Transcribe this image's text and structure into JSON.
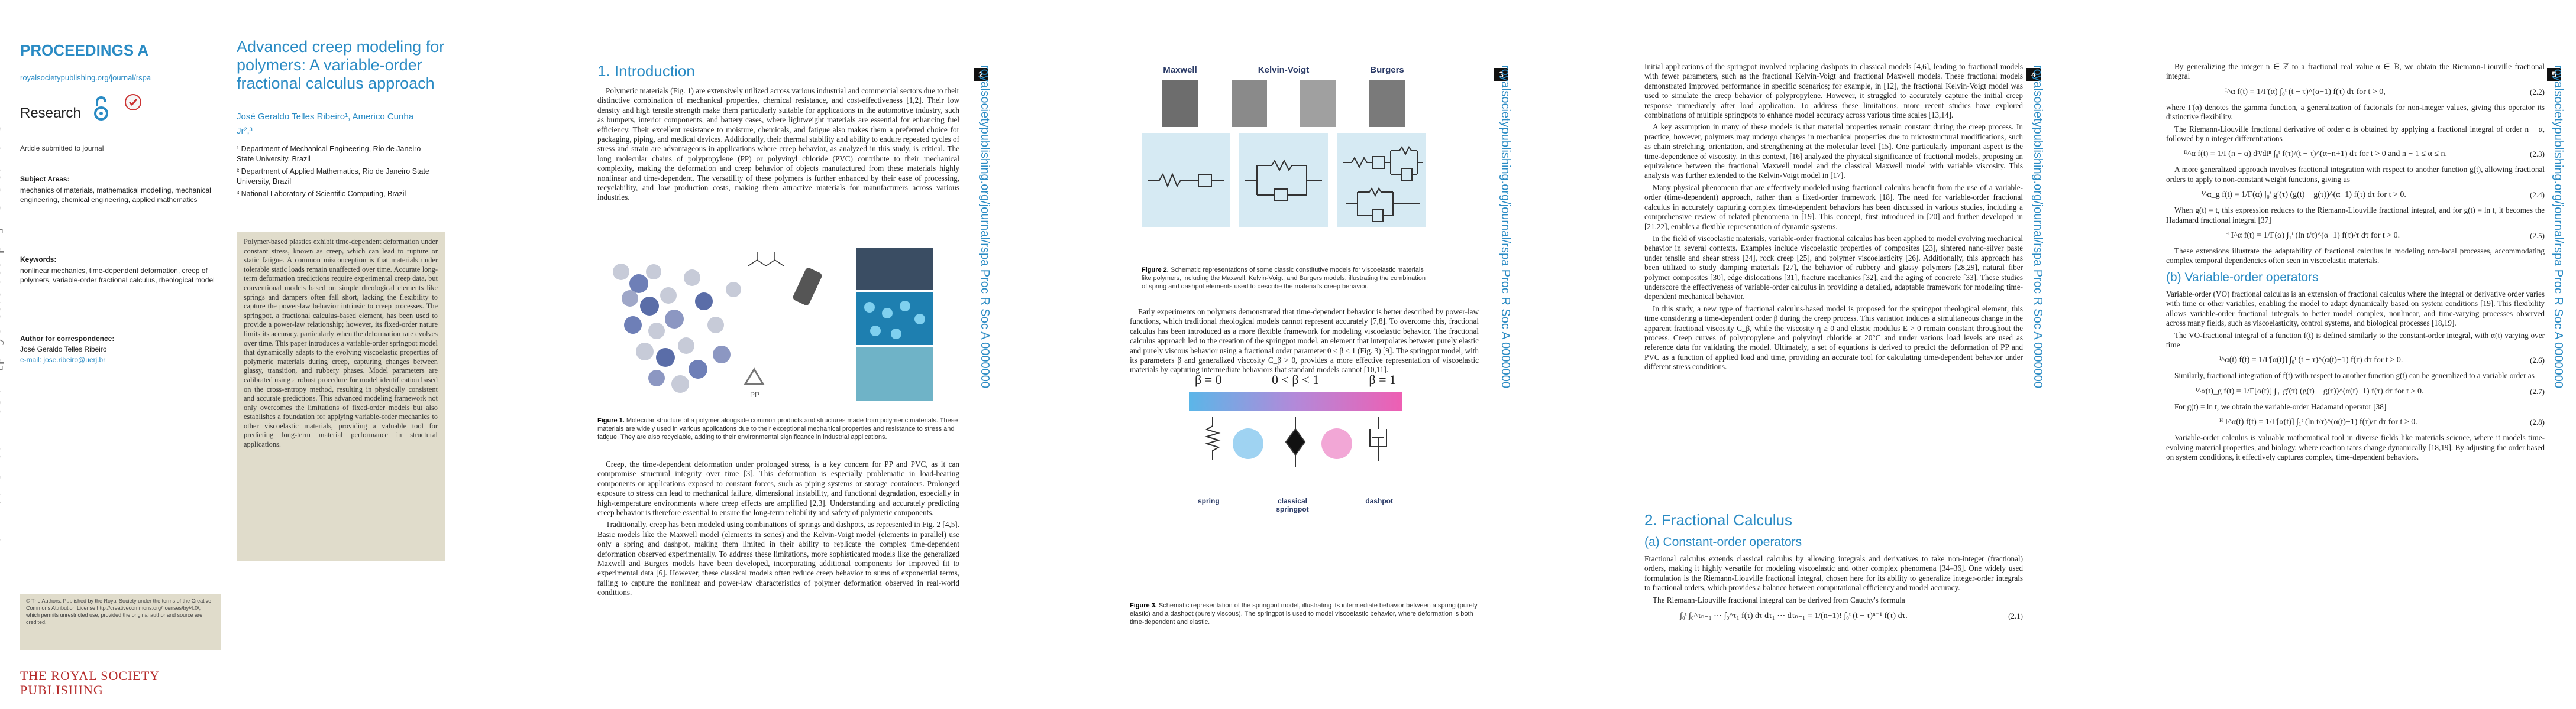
{
  "arxiv_id": "arXiv:2510.11765v1  [physics.class-ph]  13 Oct 2025",
  "journal": {
    "name": "PROCEEDINGS A",
    "url": "royalsocietypublishing.org/journal/rspa",
    "research_label": "Research",
    "submitted": "Article submitted to journal",
    "publisher": "THE ROYAL SOCIETY PUBLISHING",
    "side_strip": "royalsocietypublishing.org/journal/rspa  Proc R Soc A 0000000"
  },
  "article": {
    "title": "Advanced creep modeling for polymers: A variable-order fractional calculus approach",
    "authors": "José Geraldo Telles Ribeiro¹, Americo Cunha Jr²,³",
    "affiliations": [
      "¹ Department of Mechanical Engineering, Rio de Janeiro State University, Brazil",
      "² Department of Applied Mathematics, Rio de Janeiro State University, Brazil",
      "³ National Laboratory of Scientific Computing, Brazil"
    ],
    "subject_areas_label": "Subject Areas:",
    "subject_areas": "mechanics of materials, mathematical modelling, mechanical engineering, chemical engineering, applied mathematics",
    "keywords_label": "Keywords:",
    "keywords": "nonlinear mechanics, time-dependent deformation, creep of polymers, variable-order fractional calculus, rheological model",
    "correspondence_label": "Author for correspondence:",
    "correspondence_name": "José Geraldo Telles Ribeiro",
    "correspondence_email": "e-mail: jose.ribeiro@uerj.br",
    "abstract": "Polymer-based plastics exhibit time-dependent deformation under constant stress, known as creep, which can lead to rupture or static fatigue. A common misconception is that materials under tolerable static loads remain unaffected over time. Accurate long-term deformation predictions require experimental creep data, but conventional models based on simple rheological elements like springs and dampers often fall short, lacking the flexibility to capture the power-law behavior intrinsic to creep processes. The springpot, a fractional calculus-based element, has been used to provide a power-law relationship; however, its fixed-order nature limits its accuracy, particularly when the deformation rate evolves over time. This paper introduces a variable-order springpot model that dynamically adapts to the evolving viscoelastic properties of polymeric materials during creep, capturing changes between glassy, transition, and rubbery phases. Model parameters are calibrated using a robust procedure for model identification based on the cross-entropy method, resulting in physically consistent and accurate predictions. This advanced modeling framework not only overcomes the limitations of fixed-order models but also establishes a foundation for applying variable-order mechanics to other viscoelastic materials, providing a valuable tool for predicting long-term material performance in structural applications.",
    "license": "© The Authors. Published by the Royal Society under the terms of the Creative Commons Attribution License http://creativecommons.org/licenses/by/4.0/, which permits unrestricted use, provided the original author and source are credited."
  },
  "pages": {
    "p2": {
      "num": "2"
    },
    "p3": {
      "num": "3"
    },
    "p4": {
      "num": "4"
    },
    "p5": {
      "num": "5"
    }
  },
  "section1": {
    "heading": "1. Introduction",
    "para1": "Polymeric materials (Fig. 1) are extensively utilized across various industrial and commercial sectors due to their distinctive combination of mechanical properties, chemical resistance, and cost-effectiveness [1,2]. Their low density and high tensile strength make them particularly suitable for applications in the automotive industry, such as bumpers, interior components, and battery cases, where lightweight materials are essential for enhancing fuel efficiency. Their excellent resistance to moisture, chemicals, and fatigue also makes them a preferred choice for packaging, piping, and medical devices. Additionally, their thermal stability and ability to endure repeated cycles of stress and strain are advantageous in applications where creep behavior, as analyzed in this study, is critical. The long molecular chains of polypropylene (PP) or polyvinyl chloride (PVC) contribute to their mechanical complexity, making the deformation and creep behavior of objects manufactured from these materials highly nonlinear and time-dependent. The versatility of these polymers is further enhanced by their ease of processing, recyclability, and low production costs, making them attractive materials for manufacturers across various industries.",
    "fig1_caption_label": "Figure 1.",
    "fig1_caption": "Molecular structure of a polymer alongside common products and structures made from polymeric materials. These materials are widely used in various applications due to their exceptional mechanical properties and resistance to stress and fatigue. They are also recyclable, adding to their environmental significance in industrial applications.",
    "fig1_recycle": "PP",
    "para2": "Creep, the time-dependent deformation under prolonged stress, is a key concern for PP and PVC, as it can compromise structural integrity over time [3]. This deformation is especially problematic in load-bearing components or applications exposed to constant forces, such as piping systems or storage containers. Prolonged exposure to stress can lead to mechanical failure, dimensional instability, and functional degradation, especially in high-temperature environments where creep effects are amplified [2,3]. Understanding and accurately predicting creep behavior is therefore essential to ensure the long-term reliability and safety of polymeric components.",
    "para3": "Traditionally, creep has been modeled using combinations of springs and dashpots, as represented in Fig. 2 [4,5]. Basic models like the Maxwell model (elements in series) and the Kelvin-Voigt model (elements in parallel) use only a spring and dashpot, making them limited in their ability to replicate the complex time-dependent deformation observed experimentally. To address these limitations, more sophisticated models like the generalized Maxwell and Burgers models have been developed, incorporating additional components for improved fit to experimental data [6]. However, these classical models often reduce creep behavior to sums of exponential terms, failing to capture the nonlinear and power-law characteristics of polymer deformation observed in real-world conditions."
  },
  "fig2": {
    "labels": [
      "Maxwell",
      "Kelvin-Voigt",
      "Burgers"
    ],
    "caption_label": "Figure 2.",
    "caption": "Schematic representations of some classic constitutive models for viscoelastic materials like polymers, including the Maxwell, Kelvin-Voigt, and Burgers models, illustrating the combination of spring and dashpot elements used to describe the material's creep behavior."
  },
  "page3_text": {
    "para1": "Early experiments on polymers demonstrated that time-dependent behavior is better described by power-law functions, which traditional rheological models cannot represent accurately [7,8]. To overcome this, fractional calculus has been introduced as a more flexible framework for modeling viscoelastic behavior. The fractional calculus approach led to the creation of the springpot model, an element that interpolates between purely elastic and purely viscous behavior using a fractional order parameter 0 ≤ β ≤ 1 (Fig. 3) [9]. The springpot model, with its parameters β and generalized viscosity C_β > 0, provides a more effective representation of viscoelastic materials by capturing intermediate behaviors that standard models cannot [10,11]."
  },
  "fig3": {
    "beta_labels": [
      "β = 0",
      "0 < β < 1",
      "β = 1"
    ],
    "element_labels": [
      "spring",
      "classical springpot",
      "dashpot"
    ],
    "caption_label": "Figure 3.",
    "caption": "Schematic representation of the springpot model, illustrating its intermediate behavior between a spring (purely elastic) and a dashpot (purely viscous). The springpot is used to model viscoelastic behavior, where deformation is both time-dependent and elastic."
  },
  "page4": {
    "para1": "Initial applications of the springpot involved replacing dashpots in classical models [4,6], leading to fractional models with fewer parameters, such as the fractional Kelvin-Voigt and fractional Maxwell models. These fractional models demonstrated improved performance in specific scenarios; for example, in [12], the fractional Kelvin-Voigt model was used to simulate the creep behavior of polypropylene. However, it struggled to accurately capture the initial creep response immediately after load application. To address these limitations, more recent studies have explored combinations of multiple springpots to enhance model accuracy across various time scales [13,14].",
    "para2": "A key assumption in many of these models is that material properties remain constant during the creep process. In practice, however, polymers may undergo changes in mechanical properties due to microstructural modifications, such as chain stretching, orientation, and strengthening at the molecular level [15]. One particularly important aspect is the time-dependence of viscosity. In this context, [16] analyzed the physical significance of fractional models, proposing an equivalence between the fractional Maxwell model and the classical Maxwell model with variable viscosity. This analysis was further extended to the Kelvin-Voigt model in [17].",
    "para3": "Many physical phenomena that are effectively modeled using fractional calculus benefit from the use of a variable-order (time-dependent) approach, rather than a fixed-order framework [18]. The need for variable-order fractional calculus in accurately capturing complex time-dependent behaviors has been discussed in various studies, including a comprehensive review of related phenomena in [19]. This concept, first introduced in [20] and further developed in [21,22], enables a flexible representation of dynamic systems.",
    "para4": "In the field of viscoelastic materials, variable-order fractional calculus has been applied to model evolving mechanical behavior in several contexts. Examples include viscoelastic properties of composites [23], sintered nano-silver paste under tensile and shear stress [24], rock creep [25], and polymer viscoelasticity [26]. Additionally, this approach has been utilized to study damping materials [27], the behavior of rubbery and glassy polymers [28,29], natural fiber polymer composites [30], edge dislocations [31], fracture mechanics [32], and the aging of concrete [33]. These studies underscore the effectiveness of variable-order calculus in providing a detailed, adaptable framework for modeling time-dependent mechanical behavior.",
    "para5": "In this study, a new type of fractional calculus-based model is proposed for the springpot rheological element, this time considering a time-dependent order β during the creep process. This variation induces a simultaneous change in the apparent fractional viscosity C_β, while the viscosity η ≥ 0 and elastic modulus E > 0 remain constant throughout the process. Creep curves of polypropylene and polyvinyl chloride at 20°C and under various load levels are used as reference data for validating the model. Ultimately, a set of equations is derived to predict the deformation of PP and PVC as a function of applied load and time, providing an accurate tool for calculating time-dependent behavior under different stress conditions.",
    "sec2_heading": "2. Fractional Calculus",
    "sec2a_heading": "(a) Constant-order operators",
    "sec2_para1": "Fractional calculus extends classical calculus by allowing integrals and derivatives to take non-integer (fractional) orders, making it highly versatile for modeling viscoelastic and other complex phenomena [34–36]. One widely used formulation is the Riemann-Liouville fractional integral, chosen here for its ability to generalize integer-order integrals to fractional orders, which provides a balance between computational efficiency and model accuracy.",
    "sec2_para2": "The Riemann-Liouville fractional integral can be derived from Cauchy's formula",
    "eq21": "∫₀ᵗ ∫₀^τₙ₋₁ ⋯ ∫₀^τ₁ f(τ) dτ dτ₁ ⋯ dτₙ₋₁ = 1/(n−1)! ∫₀ᵗ (t − τ)ⁿ⁻¹ f(τ) dτ.",
    "eq21_num": "(2.1)"
  },
  "page5": {
    "para1": "By generalizing the integer n ∈ ℤ to a fractional real value α ∈ ℝ, we obtain the Riemann-Liouville fractional integral",
    "eq22": "ᴵ^α f(t) = 1/Γ(α) ∫₀ᵗ (t − τ)^(α−1) f(τ) dτ    for  t > 0,",
    "eq22_num": "(2.2)",
    "para2": "where Γ(α) denotes the gamma function, a generalization of factorials for non-integer values, giving this operator its distinctive flexibility.",
    "para3": "The Riemann-Liouville fractional derivative of order α is obtained by applying a fractional integral of order n − α, followed by n integer differentiations",
    "eq23": "ᴰ^α f(t) = 1/Γ(n − α) dⁿ/dtⁿ ∫₀ᵗ f(τ)/(t − τ)^(α−n+1) dτ    for  t > 0  and  n − 1 ≤ α ≤ n.",
    "eq23_num": "(2.3)",
    "para4": "A more generalized approach involves fractional integration with respect to another function g(t), allowing fractional orders to apply to non-constant weight functions, giving us",
    "eq24": "ᴵ^α_g f(t) = 1/Γ(α) ∫₀ᵗ g′(τ) (g(t) − g(τ))^(α−1) f(τ) dτ    for  t > 0.",
    "eq24_num": "(2.4)",
    "para5": "When g(t) = t, this expression reduces to the Riemann-Liouville fractional integral, and for g(t) = ln t, it becomes the Hadamard fractional integral [37]",
    "eq25": "ᴴ I^α f(t) = 1/Γ(α) ∫₁ᵗ (ln t/τ)^(α−1) f(τ)/τ dτ    for  t > 0.",
    "eq25_num": "(2.5)",
    "para6": "These extensions illustrate the adaptability of fractional calculus in modeling non-local processes, accommodating complex temporal dependencies often seen in viscoelastic materials.",
    "sec2b_heading": "(b) Variable-order operators",
    "para7": "Variable-order (VO) fractional calculus is an extension of fractional calculus where the integral or derivative order varies with time or other variables, enabling the model to adapt dynamically based on system conditions [19]. This flexibility allows variable-order fractional integrals to better model complex, nonlinear, and time-varying processes observed across many fields, such as viscoelasticity, control systems, and biological processes [18,19].",
    "para8": "The VO-fractional integral of a function f(t) is defined similarly to the constant-order integral, with α(t) varying over time",
    "eq26": "ᴵ^α(t) f(t) = 1/Γ[α(t)] ∫₀ᵗ (t − τ)^(α(t)−1) f(τ) dτ    for  t > 0.",
    "eq26_num": "(2.6)",
    "para9": "Similarly, fractional integration of f(t) with respect to another function g(t) can be generalized to a variable order as",
    "eq27": "ᴵ^α(t)_g f(t) = 1/Γ[α(t)] ∫₀ᵗ g′(τ) (g(t) − g(τ))^(α(t)−1) f(τ) dτ    for  t > 0.",
    "eq27_num": "(2.7)",
    "para10": "For g(t) = ln t, we obtain the variable-order Hadamard operator [38]",
    "eq28": "ᴴ I^α(t) f(t) = 1/Γ[α(t)] ∫₁ᵗ (ln t/τ)^(α(t)−1) f(τ)/τ dτ    for  t > 0.",
    "eq28_num": "(2.8)",
    "para11": "Variable-order calculus is valuable mathematical tool in diverse fields like materials science, where it models time-evolving material properties, and biology, where reaction rates change dynamically [18,19]. By adjusting the order based on system conditions, it effectively captures complex, time-dependent behaviors."
  }
}
